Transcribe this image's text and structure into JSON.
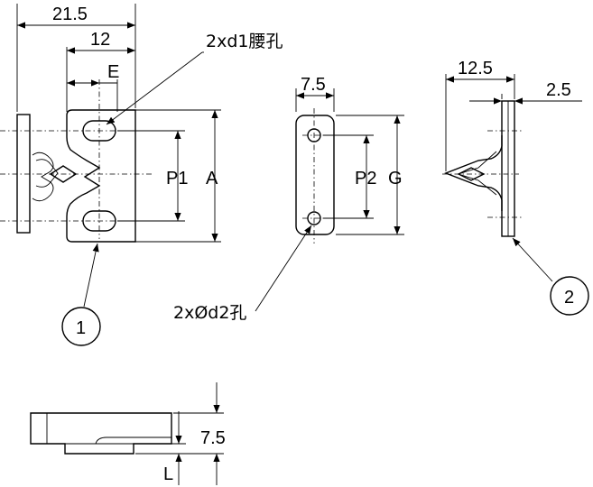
{
  "dimensions": {
    "width_total": "21.5",
    "width_inner": "12",
    "e_label": "E",
    "p1_label": "P1",
    "a_label": "A",
    "middle_width": "7.5",
    "p2_label": "P2",
    "g_label": "G",
    "side_width": "12.5",
    "side_thickness": "2.5",
    "bottom_height": "7.5",
    "l_label": "L"
  },
  "annotations": {
    "slot_hole": "2xd1腰孔",
    "round_hole": "2xØd2孔"
  },
  "callouts": {
    "part1": "1",
    "part2": "2"
  }
}
